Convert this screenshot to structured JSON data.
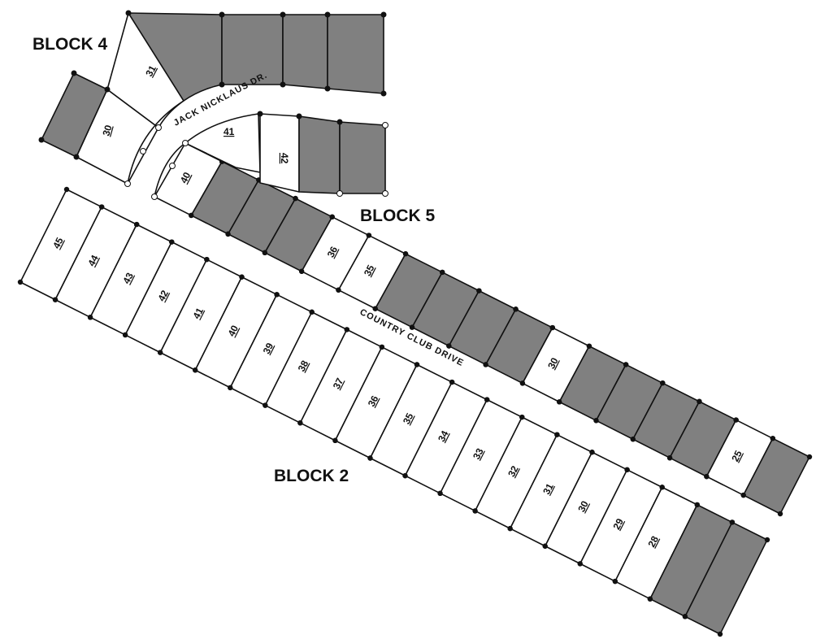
{
  "colors": {
    "sold_lot": "#808080",
    "open_lot": "#ffffff",
    "line": "#111111"
  },
  "blocks": {
    "block2": "BLOCK 2",
    "block4": "BLOCK 4",
    "block5": "BLOCK 5"
  },
  "streets": {
    "country_club": "COUNTRY CLUB DRIVE",
    "jack_nicklaus": "JACK NICKLAUS DR."
  },
  "block2_lots": [
    "45",
    "44",
    "43",
    "42",
    "41",
    "40",
    "39",
    "38",
    "37",
    "36",
    "35",
    "34",
    "33",
    "32",
    "31",
    "30",
    "29",
    "28",
    "",
    ""
  ],
  "block2_sold": [
    false,
    false,
    false,
    false,
    false,
    false,
    false,
    false,
    false,
    false,
    false,
    false,
    false,
    false,
    false,
    false,
    false,
    false,
    true,
    true
  ],
  "block5_row_lots": [
    "40",
    "",
    "",
    "",
    "36",
    "35",
    "",
    "",
    "",
    "",
    "30",
    "",
    "",
    "",
    "",
    "25",
    ""
  ],
  "block5_row_sold": [
    false,
    true,
    true,
    true,
    false,
    false,
    true,
    true,
    true,
    true,
    false,
    true,
    true,
    true,
    true,
    false,
    true
  ],
  "block5_upper": {
    "lot41": "41",
    "lot42": "42"
  },
  "block4": {
    "lot30": "30",
    "lot31": "31"
  }
}
